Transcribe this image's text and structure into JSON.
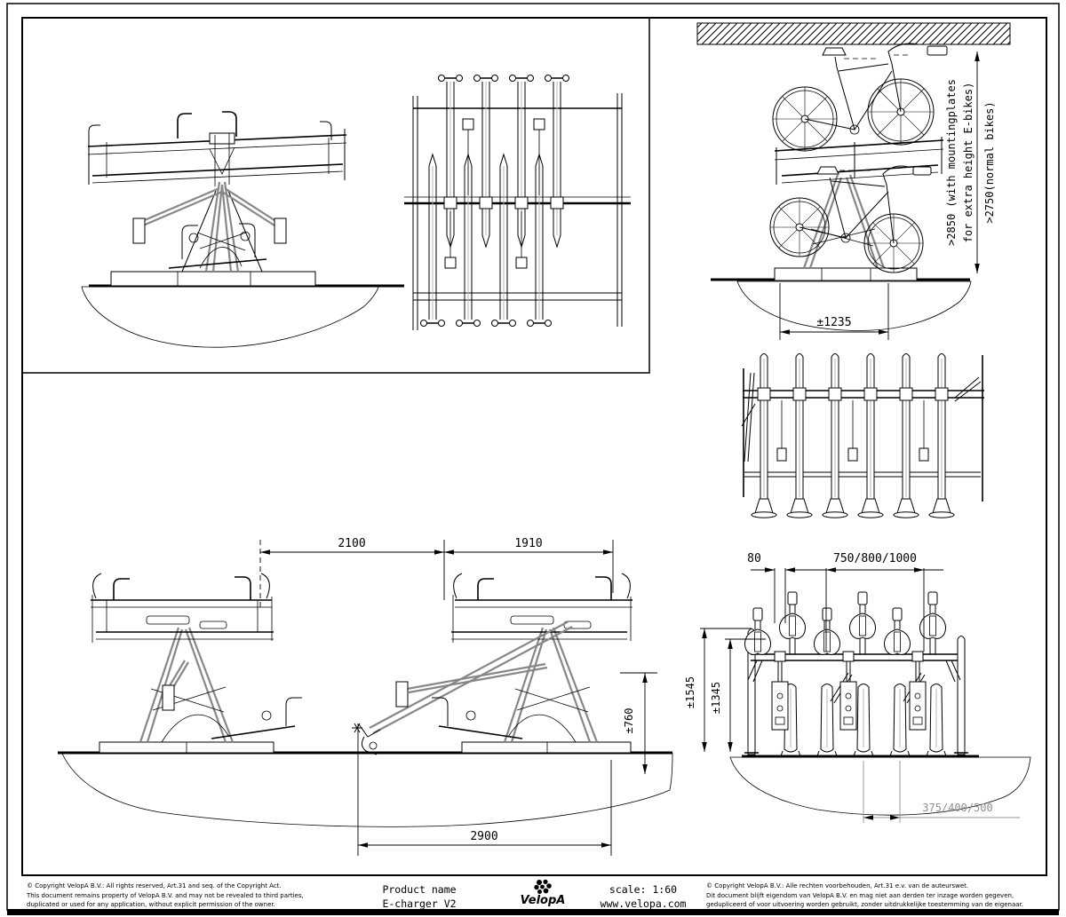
{
  "drawing": {
    "title_block": {
      "product_label": "Product name",
      "product_value": "E-charger V2",
      "brand": "VelopA",
      "scale": "scale: 1:60",
      "website": "www.velopa.com",
      "copyright_en": [
        "© Copyright VelopA B.V.: All rights reserved, Art.31 and seq. of the Copyright Act.",
        "This document remains property of VelopA B.V. and may not be revealed to third parties,",
        "duplicated or used for any application, without explicit permission of the owner."
      ],
      "copyright_nl": [
        "© Copyright VelopA B.V.: Alle rechten voorbehouden, Art.31 e.v. van de auteurswet.",
        "Dit document blijft eigendom van VelopA B.V. en mag niet aan derden ter inzage worden gegeven,",
        "gedupliceerd of voor uitvoering worden gebruikt, zonder uitdrukkelijke toestemming van de eigenaar."
      ]
    },
    "dimensions": {
      "clearance_ebike_line1": ">2850 (with mountingplates",
      "clearance_ebike_line2": "for extra height E-bikes)",
      "clearance_normal": ">2750(normal bikes)",
      "footprint_width": "±1235",
      "extraction_left": "2100",
      "extraction_right": "1910",
      "tray_height": "±760",
      "total_depth": "2900",
      "stagger": "80",
      "spacing_options": "750/800/1000",
      "handle_height_upper": "±1545",
      "handle_height_lower": "±1345",
      "pitch_options": "375/400/500"
    },
    "colors": {
      "line": "#000000",
      "structure_gray": "#878787",
      "dimension_gray": "#919191",
      "background": "#ffffff"
    }
  }
}
